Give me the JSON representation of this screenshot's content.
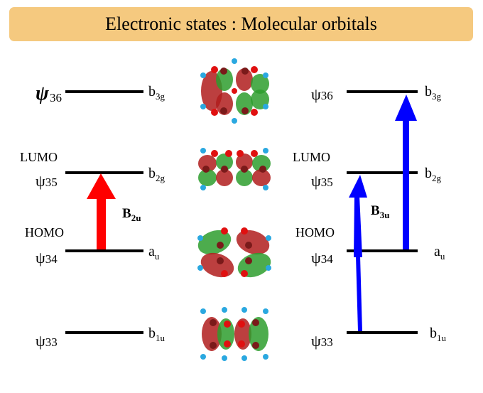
{
  "title": "Electronic states : Molecular orbitals",
  "left_diagram": {
    "levels": [
      {
        "psi_symbol": "ψ",
        "psi_index": "36",
        "sym_base": "b",
        "sym_sub": "3g",
        "tag": ""
      },
      {
        "psi_symbol": "ψ",
        "psi_index": "35",
        "sym_base": "b",
        "sym_sub": "2g",
        "tag": "LUMO"
      },
      {
        "psi_symbol": "ψ",
        "psi_index": "34",
        "sym_base": "a",
        "sym_sub": "u",
        "tag": "HOMO"
      },
      {
        "psi_symbol": "ψ",
        "psi_index": "33",
        "sym_base": "b",
        "sym_sub": "1u",
        "tag": ""
      }
    ],
    "transition": {
      "base": "B",
      "sub": "2u",
      "color": "#ff0000",
      "from": "34",
      "to": "35"
    }
  },
  "right_diagram": {
    "levels": [
      {
        "psi_symbol": "ψ",
        "psi_index": "36",
        "sym_base": "b",
        "sym_sub": "3g",
        "tag": ""
      },
      {
        "psi_symbol": "ψ",
        "psi_index": "35",
        "sym_base": "b",
        "sym_sub": "2g",
        "tag": "LUMO"
      },
      {
        "psi_symbol": "ψ",
        "psi_index": "34",
        "sym_base": "a",
        "sym_sub": "u",
        "tag": "HOMO"
      },
      {
        "psi_symbol": "ψ",
        "psi_index": "33",
        "sym_base": "b",
        "sym_sub": "1u",
        "tag": ""
      }
    ],
    "transitions": [
      {
        "base": "B",
        "sub": "3u",
        "color": "#0000ff",
        "from": "33",
        "to": "35"
      },
      {
        "base": "B",
        "sub": "3u",
        "color": "#0000ff",
        "from": "34",
        "to": "36"
      }
    ]
  },
  "colors": {
    "title_bg": "#f5c97f",
    "orbital_positive": "#2e9e2e",
    "orbital_negative": "#b01d1d",
    "atom_carbon": "#7a1a1a",
    "atom_hydrogen": "#2aa8e0",
    "atom_red": "#e01010"
  },
  "orbital_images": [
    {
      "orbital": "36",
      "pattern": "b3g"
    },
    {
      "orbital": "35",
      "pattern": "b2g"
    },
    {
      "orbital": "34",
      "pattern": "au"
    },
    {
      "orbital": "33",
      "pattern": "b1u"
    }
  ]
}
